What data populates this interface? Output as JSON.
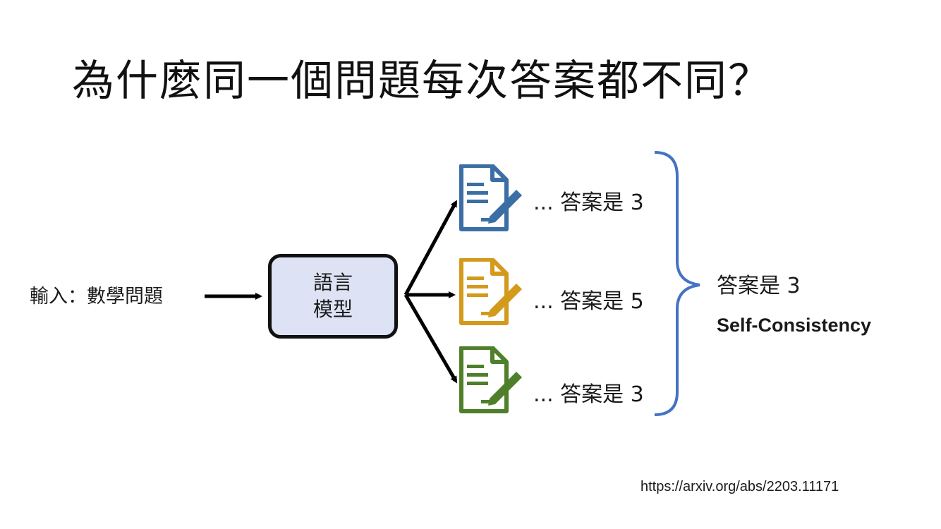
{
  "title": "為什麼同一個問題每次答案都不同？",
  "input_label": "輸入：數學問題",
  "model": {
    "line1": "語言",
    "line2": "模型"
  },
  "answers": [
    {
      "text": "... 答案是 3",
      "icon": "document-pen-icon",
      "color": "#3b6ea5"
    },
    {
      "text": "... 答案是 5",
      "icon": "document-pen-icon",
      "color": "#d49a1c"
    },
    {
      "text": "... 答案是 3",
      "icon": "document-pen-icon",
      "color": "#4f7f2a"
    }
  ],
  "final_answer": "答案是 3",
  "method_label": "Self-Consistency",
  "reference_url": "https://arxiv.org/abs/2203.11171",
  "colors": {
    "arrow": "#000000",
    "brace": "#4472c4",
    "model_fill": "#dde3f5"
  }
}
